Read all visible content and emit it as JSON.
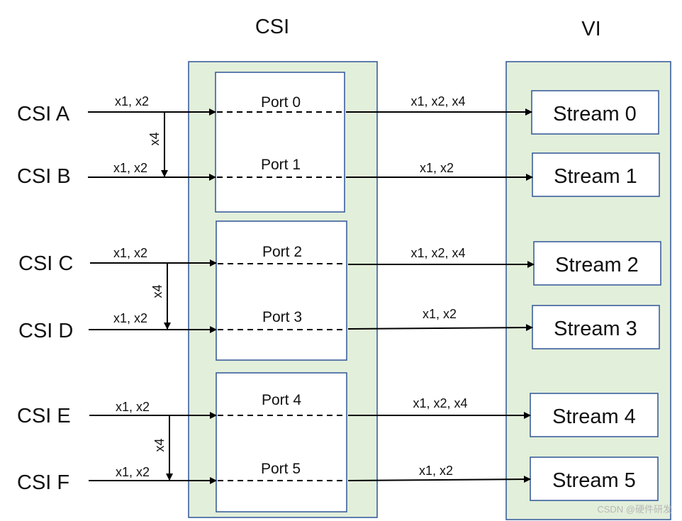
{
  "colors": {
    "block_fill": "#e2efda",
    "block_border": "#2f5597",
    "box_border": "#2f5597",
    "box_fill": "#ffffff",
    "line": "#000000"
  },
  "headings": {
    "csi": "CSI",
    "vi": "VI"
  },
  "inputs": [
    "CSI A",
    "CSI B",
    "CSI C",
    "CSI D",
    "CSI E",
    "CSI F"
  ],
  "input_lane_label": "x1, x2",
  "merge_label": "x4",
  "ports": [
    "Port 0",
    "Port 1",
    "Port 2",
    "Port 3",
    "Port 4",
    "Port 5"
  ],
  "output_lanes": [
    "x1, x2, x4",
    "x1, x2",
    "x1, x2, x4",
    "x1, x2",
    "x1, x2, x4",
    "x1, x2"
  ],
  "streams": [
    "Stream 0",
    "Stream 1",
    "Stream 2",
    "Stream 3",
    "Stream 4",
    "Stream 5"
  ],
  "watermark": "CSDN @硬件研发"
}
